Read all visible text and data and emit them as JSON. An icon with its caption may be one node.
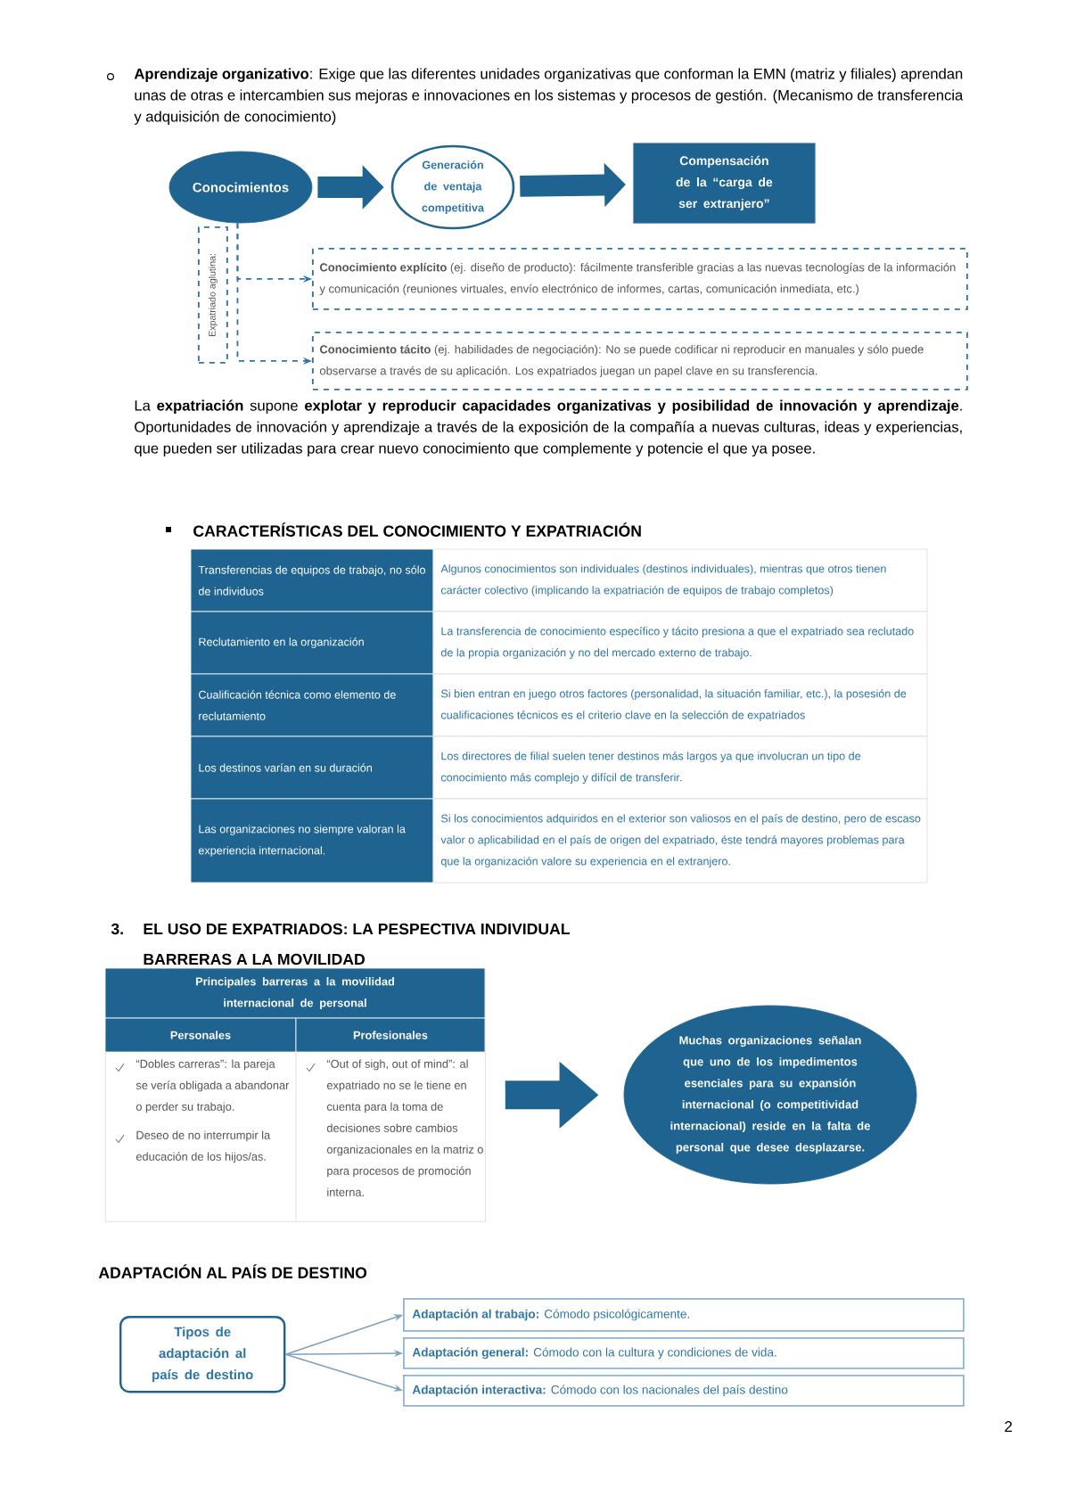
{
  "diagram": {
    "nodes": [
      {
        "text": [
          "Conocimientos"
        ]
      },
      {
        "text": [
          "Generación de ventaja competitiva"
        ]
      },
      {
        "text": [
          "Compensación de la “carga de ser extranjero”"
        ]
      },
      {
        "text": [
          "Expatriado aglutina:"
        ]
      },
      {
        "text": [
          "**Conocimiento explícito** (ej. diseño de producto): fácilmente transferible gracias a las nuevas tecnologías de la información y comunicación (reuniones virtuales, envío electrónico de informes, cartas, comunicación inmediata, etc.)"
        ]
      },
      {
        "text": [
          "**Conocimiento tácito** (ej. habilidades de negociación): No se puede codificar ni reproducir en manuales y sólo puede observarse a través de su aplicación. Los expatriados juegan un papel clave en su transferencia."
        ]
      },
      {
        "text": [
          "Principales barreras a la movilidad internacional de personal",
          "Personales",
          "Profesionales",
          "“Dobles carreras”: la pareja se vería obligada a abandonar o perder su trabajo.",
          "Deseo de no interrumpir la educación de los hijos/as.",
          "“Out of sigh, out of mind”: al expatriado no se le tiene en cuenta para la toma de decisiones sobre cambios organizacionales en la matriz o para procesos de promoción interna."
        ]
      },
      {
        "text": [
          "Muchas organizaciones señalan que uno de los impedimentos esenciales para su expansión internacional (o competitividad internacional) reside en la falta de personal que desee desplazarse."
        ]
      },
      {
        "text": [
          "Tipos de adaptación al país de destino"
        ]
      },
      {
        "text": [
          "**Adaptación al trabajo:** Cómodo psicológicamente."
        ]
      },
      {
        "text": [
          "**Adaptación general:** Cómodo con la cultura y condiciones de vida."
        ]
      },
      {
        "text": [
          "**Adaptación interactiva:** Cómodo con los nacionales del país destino"
        ]
      }
    ],
    "edges": [
      {
        "from": 0,
        "to": 1,
        "arrow": "to",
        "style": "thick"
      },
      {
        "from": 1,
        "to": 2,
        "arrow": "to",
        "style": "thick"
      },
      {
        "from": 0,
        "to": 4,
        "arrow": "to",
        "style": "dashed"
      },
      {
        "from": 0,
        "to": 5,
        "arrow": "to",
        "style": "dashed"
      },
      {
        "from": 6,
        "to": 7,
        "arrow": "to",
        "style": "thick"
      },
      {
        "from": 8,
        "to": 9,
        "arrow": "to",
        "color": "#81a1bb"
      },
      {
        "from": 8,
        "to": 10,
        "arrow": "to",
        "color": "#81a1bb"
      },
      {
        "from": 8,
        "to": 11,
        "arrow": "to",
        "color": "#81a1bb"
      }
    ],
    "labels": [
      "**Aprendizaje organizativo**: Exige que las diferentes unidades organizativas que conforman la EMN (matriz y filiales) aprendan unas de otras e intercambien sus mejoras e innovaciones en los sistemas y procesos de gestión. (Mecanismo de transferencia y adquisición de conocimiento)",
      "La **expatriación** supone **explotar y reproducir capacidades organizativas y posibilidad de innovación y aprendizaje**. Oportunidades de innovación y aprendizaje a través de la exposición de la compañía a nuevas culturas, ideas y experiencias, que pueden ser utilizadas para crear nuevo conocimiento que complemente y potencie el que ya posee.",
      "CARACTERÍSTICAS DEL CONOCIMIENTO Y EXPATRIACIÓN",
      "Transferencias de equipos de trabajo, no sólo de individuos",
      "Algunos conocimientos son individuales (destinos individuales), mientras que otros tienen carácter colectivo (implicando la expatriación de equipos de trabajo completos)",
      "Reclutamiento en la organización",
      "La transferencia de conocimiento específico y tácito presiona a que el expatriado sea reclutado de la propia organización y no del mercado externo de trabajo.",
      "Cualificación técnica como elemento de reclutamiento",
      "Si bien entran en juego otros factores (personalidad, la situación familiar, etc.), la posesión de cualificaciones técnicos es el criterio clave en la selección de expatriados",
      "Los destinos varían en su duración",
      "Los directores de filial suelen tener destinos más largos ya que involucran un tipo de conocimiento más complejo y difícil de transferir.",
      "Las organizaciones no siempre valoran la experiencia internacional.",
      "Si los conocimientos adquiridos en el exterior son valiosos en el país de destino, pero de escaso valor o aplicabilidad en el país de origen del expatriado, éste tendrá mayores problemas para que la organización valore su experiencia en el extranjero.",
      "3.",
      "EL USO DE EXPATRIADOS: LA PESPECTIVA INDIVIDUAL",
      "BARRERAS A LA MOVILIDAD",
      "ADAPTACIÓN AL PAÍS DE DESTINO",
      "2"
    ]
  }
}
